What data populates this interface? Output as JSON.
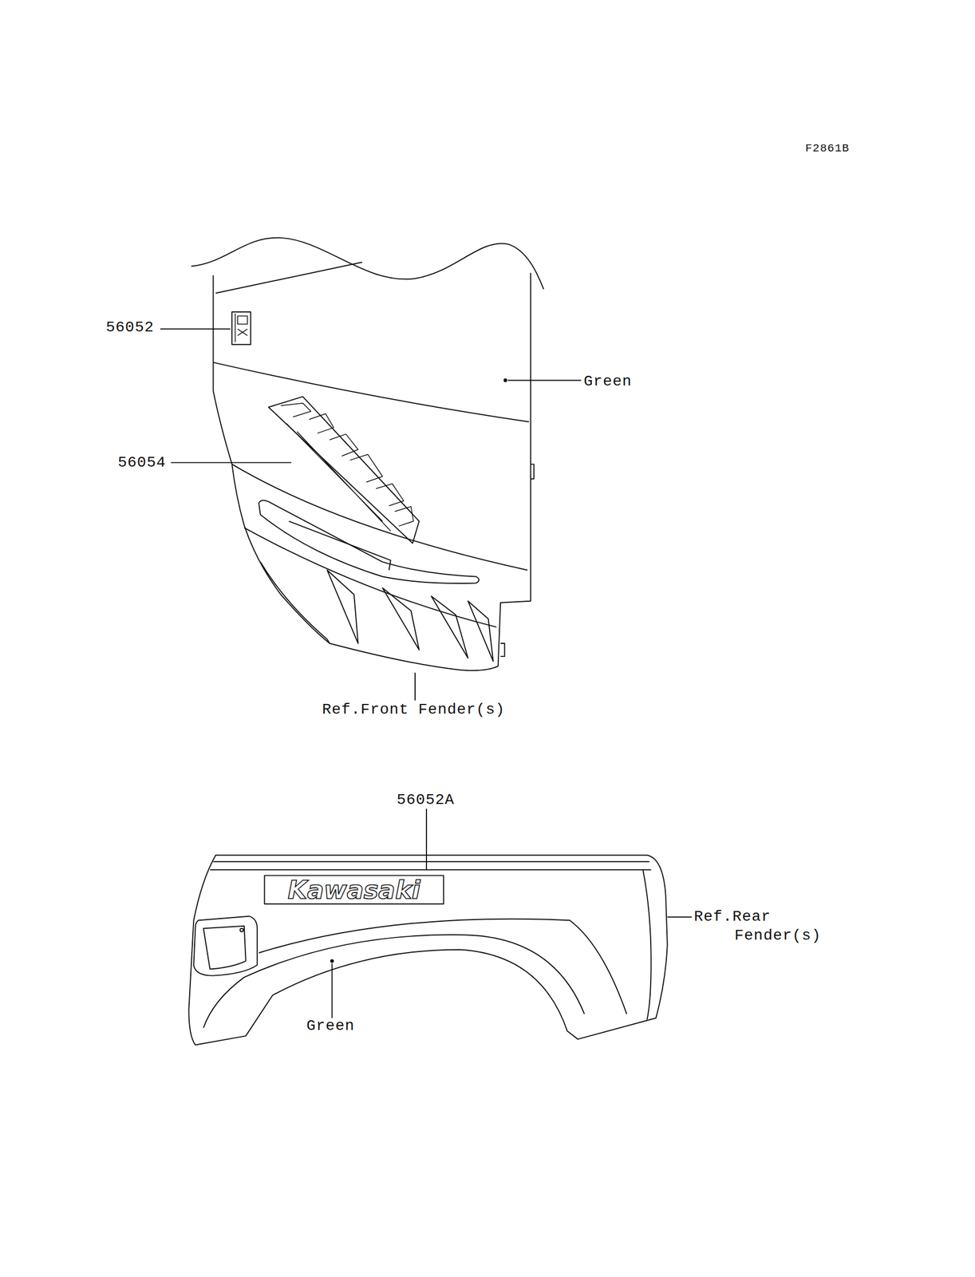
{
  "diagram": {
    "labels": [
      "F2861B",
      "56052",
      "Green",
      "56054",
      "Ref.Front Fender(s)",
      "56052A",
      "Kawasaki",
      "Ref.Rear Fender(s)",
      "Green"
    ]
  }
}
